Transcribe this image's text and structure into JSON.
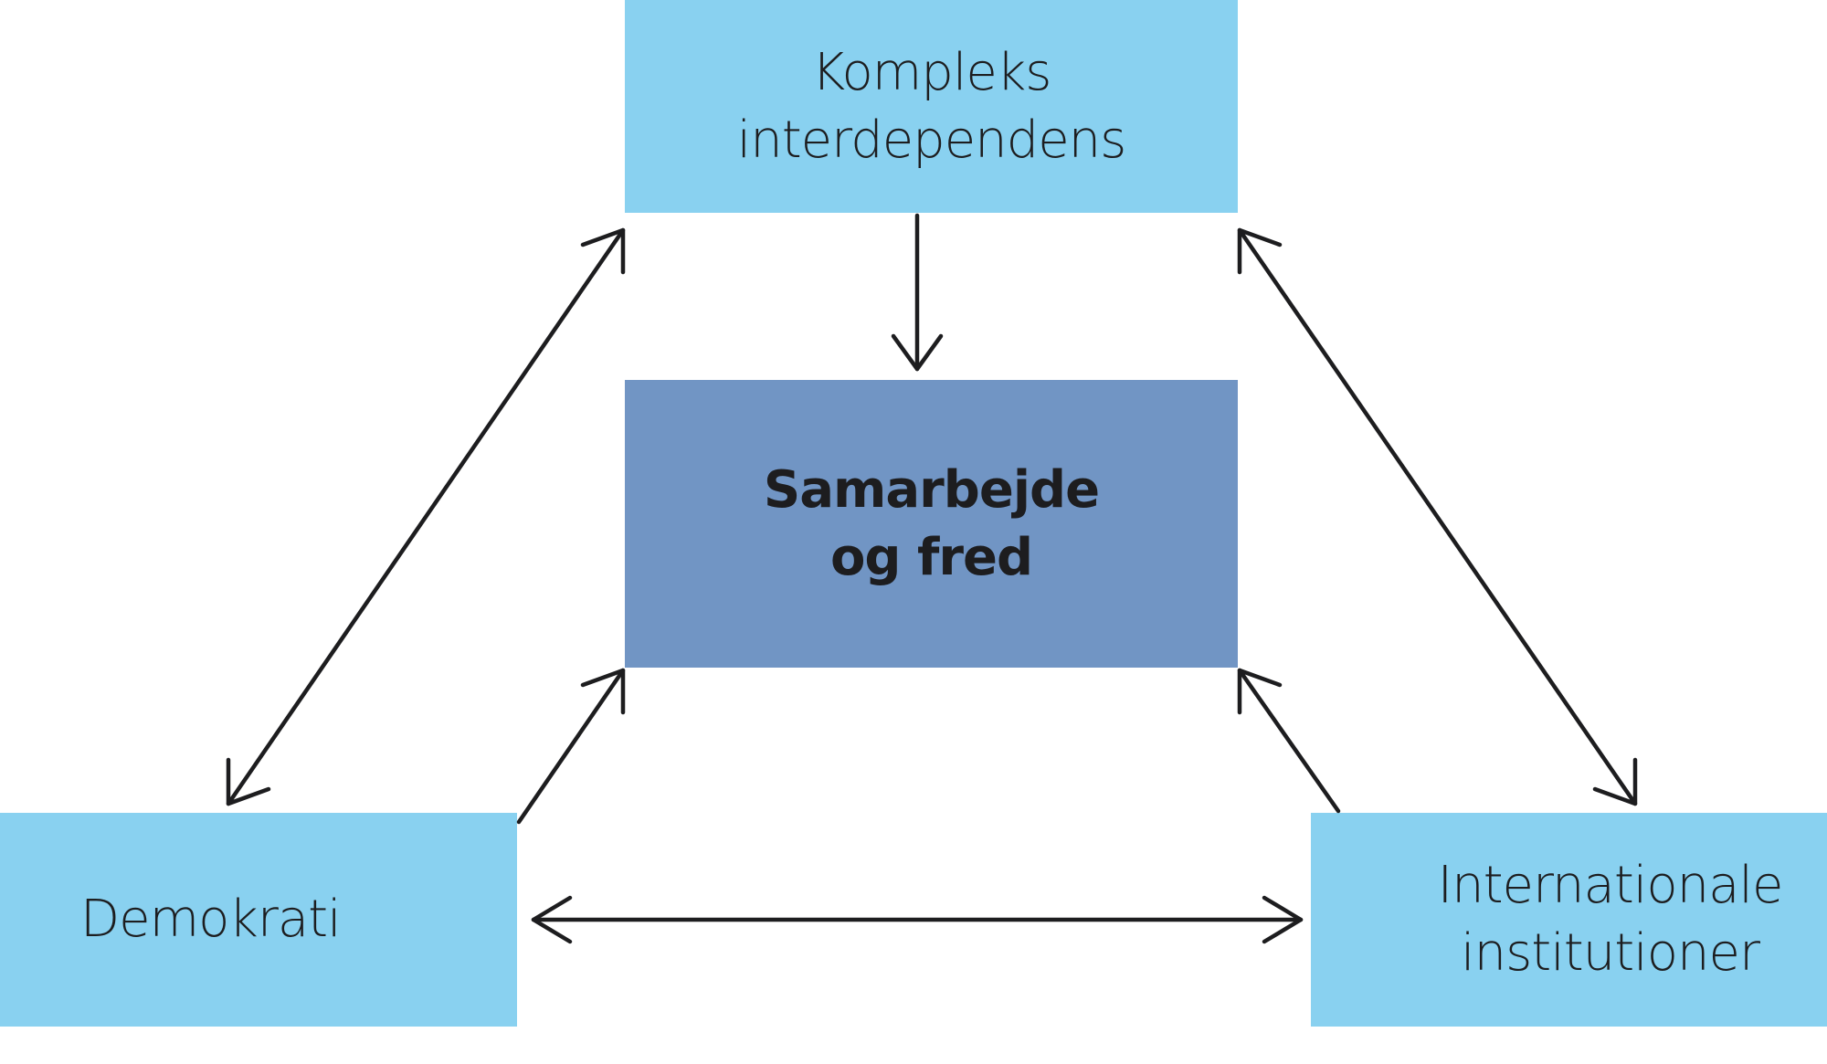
{
  "diagram": {
    "nodes": {
      "top": {
        "line1": "Kompleks",
        "line2": "interdependens"
      },
      "center": {
        "line1": "Samarbejde",
        "line2": "og fred"
      },
      "left": {
        "line1": "Demokrati"
      },
      "right": {
        "line1": "Internationale",
        "line2": "institutioner"
      }
    },
    "edges": [
      {
        "from": "Kompleks interdependens",
        "to": "Samarbejde og fred",
        "direction": "one-way"
      },
      {
        "from": "Demokrati",
        "to": "Samarbejde og fred",
        "direction": "one-way"
      },
      {
        "from": "Internationale institutioner",
        "to": "Samarbejde og fred",
        "direction": "one-way"
      },
      {
        "from": "Kompleks interdependens",
        "to": "Demokrati",
        "direction": "two-way"
      },
      {
        "from": "Kompleks interdependens",
        "to": "Internationale institutioner",
        "direction": "two-way"
      },
      {
        "from": "Demokrati",
        "to": "Internationale institutioner",
        "direction": "two-way"
      }
    ],
    "colors": {
      "light_box": "#89d1f0",
      "center_box": "#7195c4",
      "arrow": "#1d1d1f"
    }
  }
}
